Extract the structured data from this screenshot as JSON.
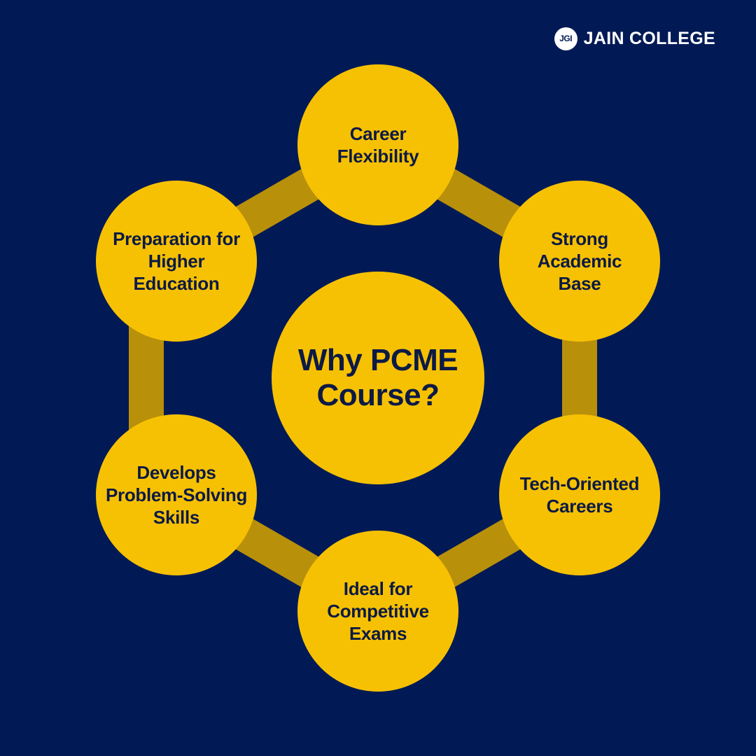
{
  "brand": {
    "badge": "JGI",
    "name": "JAIN COLLEGE"
  },
  "center": {
    "label": "Why PCME\nCourse?"
  },
  "nodes": [
    {
      "label": "Career\nFlexibility"
    },
    {
      "label": "Strong\nAcademic\nBase"
    },
    {
      "label": "Tech-Oriented\nCareers"
    },
    {
      "label": "Ideal for\nCompetitive\nExams"
    },
    {
      "label": "Develops\nProblem-Solving\nSkills"
    },
    {
      "label": "Preparation for\nHigher\nEducation"
    }
  ],
  "colors": {
    "background": "#011a55",
    "node_fill": "#f7c103",
    "link": "#b8900a",
    "node_text": "#0c1a45",
    "brand_text": "#ffffff"
  }
}
